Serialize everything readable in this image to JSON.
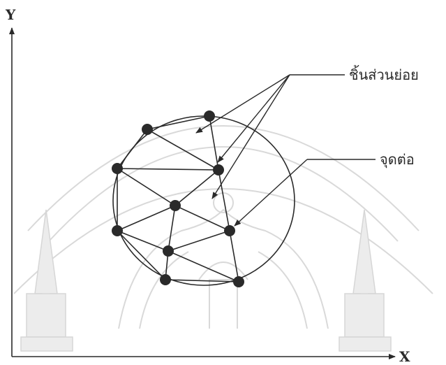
{
  "axes": {
    "x_label": "X",
    "y_label": "Y"
  },
  "callouts": {
    "elements_label": "ชิ้นส่วนย่อย",
    "nodes_label": "จุดต่อ"
  },
  "colors": {
    "ink": "#2a2a2a",
    "watermark": "#d9d9d9"
  }
}
